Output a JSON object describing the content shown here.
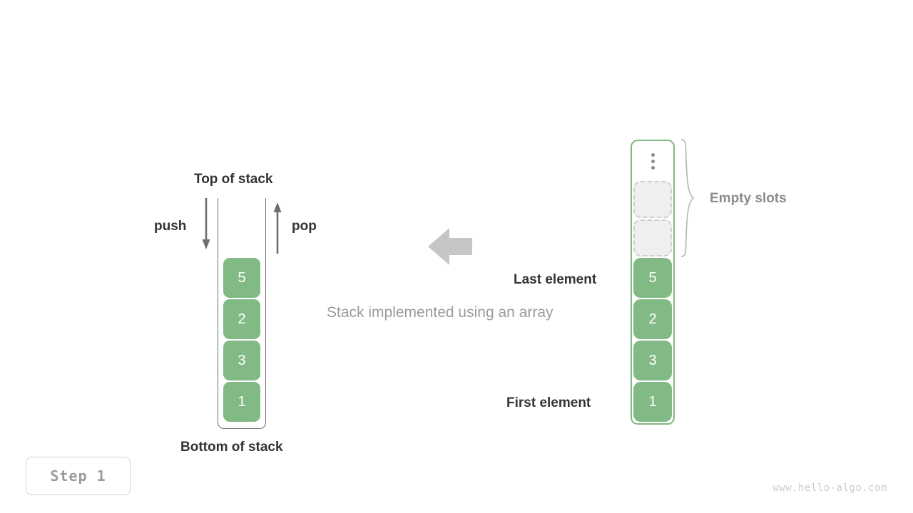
{
  "diagram": {
    "caption": "Stack implemented using an array",
    "left_stack": {
      "top_label": "Top of stack",
      "bottom_label": "Bottom of stack",
      "push_label": "push",
      "pop_label": "pop",
      "cells": [
        "5",
        "2",
        "3",
        "1"
      ],
      "fill_color": "#81ba84",
      "border_color": "#6e6e6e"
    },
    "transform_arrow": {
      "direction": "left",
      "color": "#c6c6c6"
    },
    "right_array": {
      "ellipsis": "⋮",
      "empty_slots_label": "Empty slots",
      "last_element_label": "Last element",
      "first_element_label": "First element",
      "empty_cells": [
        "",
        ""
      ],
      "filled_cells": [
        "5",
        "2",
        "3",
        "1"
      ],
      "border_color": "#7fb97f",
      "empty_fill_color": "#efefef",
      "empty_border_color": "#cfcfcf"
    }
  },
  "footer": {
    "step_label": "Step 1",
    "watermark": "www.hello-algo.com"
  }
}
